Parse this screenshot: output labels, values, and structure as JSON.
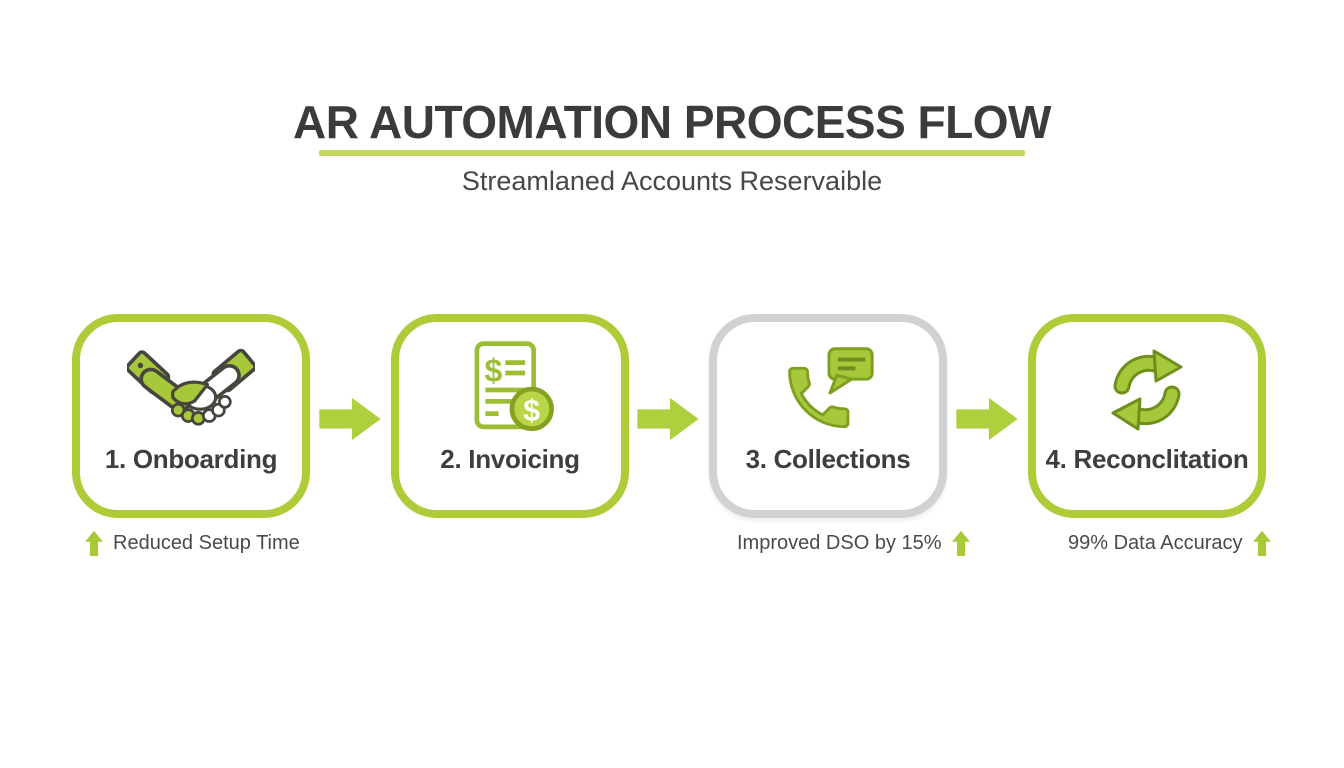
{
  "header": {
    "title": "AR AUTOMATION PROCESS FLOW",
    "subtitle": "Streamlaned Accounts Reservaible"
  },
  "steps": [
    {
      "label": "1. Onboarding",
      "icon": "handshake-icon",
      "border": "green",
      "caption": "Reduced Setup Time",
      "caption_arrow_side": "left"
    },
    {
      "label": "2. Invoicing",
      "icon": "invoice-dollar-icon",
      "border": "green",
      "caption": ""
    },
    {
      "label": "3. Collections",
      "icon": "phone-chat-icon",
      "border": "gray",
      "caption": "Improved DSO by 15%",
      "caption_arrow_side": "right"
    },
    {
      "label": "4. Reconclitation",
      "icon": "sync-arrows-icon",
      "border": "green",
      "caption": "99% Data Accuracy",
      "caption_arrow_side": "right"
    }
  ],
  "colors": {
    "accent_green": "#aecb38",
    "underline_green": "#c3d95c",
    "flow_arrow_green": "#aed03c",
    "icon_outline_dark": "#46463e",
    "icon_green_dark": "#7fa01f",
    "gray_border": "#d0d1d3",
    "title_text": "#3b3b3b",
    "body_text": "#4a4a4a"
  }
}
